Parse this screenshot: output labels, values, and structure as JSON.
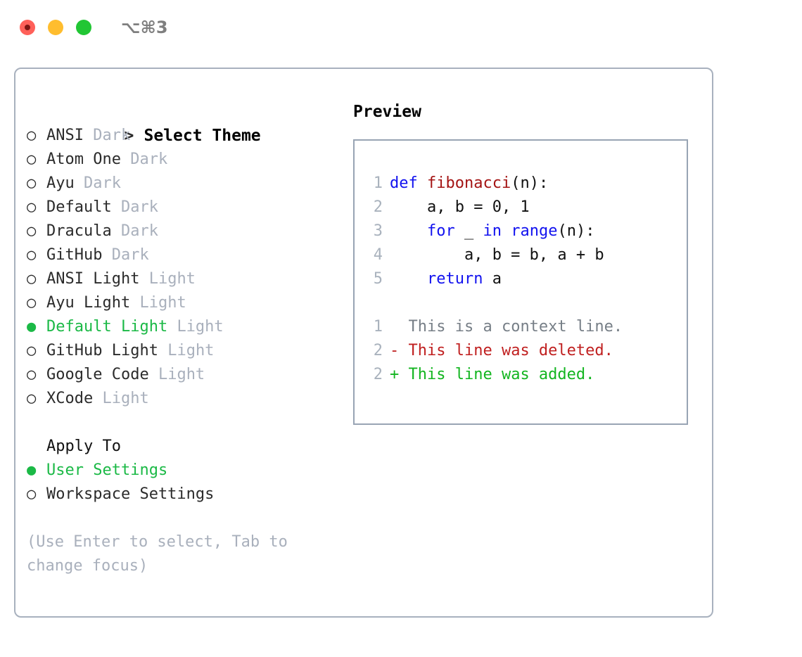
{
  "window": {
    "shortcut_label": "⌥⌘3",
    "traffic_lights": [
      {
        "name": "close",
        "color": "#ff6059"
      },
      {
        "name": "minimize",
        "color": "#ffbd2e"
      },
      {
        "name": "maximize",
        "color": "#21c634"
      }
    ]
  },
  "colors": {
    "panel_border": "#a8b1be",
    "preview_border": "#98a4b4",
    "selected_green": "#1bb946",
    "muted_gray": "#a9b0bc",
    "keyword_blue": "#1212ef",
    "function_red": "#a41414",
    "diff_add": "#13b520",
    "diff_del": "#c02020",
    "linenum_gray": "#a9b2bd"
  },
  "theme_picker": {
    "header_marker": ">",
    "header_label": "Select Theme",
    "items": [
      {
        "marker": "○",
        "name": "ANSI",
        "kind": "Dark",
        "selected": false
      },
      {
        "marker": "○",
        "name": "Atom One",
        "kind": "Dark",
        "selected": false
      },
      {
        "marker": "○",
        "name": "Ayu",
        "kind": "Dark",
        "selected": false
      },
      {
        "marker": "○",
        "name": "Default",
        "kind": "Dark",
        "selected": false
      },
      {
        "marker": "○",
        "name": "Dracula",
        "kind": "Dark",
        "selected": false
      },
      {
        "marker": "○",
        "name": "GitHub",
        "kind": "Dark",
        "selected": false
      },
      {
        "marker": "○",
        "name": "ANSI Light",
        "kind": "Light",
        "selected": false
      },
      {
        "marker": "○",
        "name": "Ayu Light",
        "kind": "Light",
        "selected": false
      },
      {
        "marker": "●",
        "name": "Default Light",
        "kind": "Light",
        "selected": true
      },
      {
        "marker": "○",
        "name": "GitHub Light",
        "kind": "Light",
        "selected": false
      },
      {
        "marker": "○",
        "name": "Google Code",
        "kind": "Light",
        "selected": false
      },
      {
        "marker": "○",
        "name": "XCode",
        "kind": "Light",
        "selected": false
      }
    ]
  },
  "apply_to": {
    "header_label": "Apply To",
    "items": [
      {
        "marker": "●",
        "name": "User Settings",
        "selected": true
      },
      {
        "marker": "○",
        "name": "Workspace Settings",
        "selected": false
      }
    ]
  },
  "hint": "(Use Enter to select, Tab to change focus)",
  "preview": {
    "title": "Preview",
    "code_lines": [
      {
        "lnum": "1",
        "tokens": [
          {
            "t": "def ",
            "c": "kw"
          },
          {
            "t": "fibonacci",
            "c": "fn"
          },
          {
            "t": "(n):",
            "c": "pl"
          }
        ]
      },
      {
        "lnum": "2",
        "tokens": [
          {
            "t": "    a, b = 0, 1",
            "c": "pl"
          }
        ]
      },
      {
        "lnum": "3",
        "tokens": [
          {
            "t": "    ",
            "c": "pl"
          },
          {
            "t": "for",
            "c": "kw"
          },
          {
            "t": " _ ",
            "c": "pl"
          },
          {
            "t": "in",
            "c": "kw"
          },
          {
            "t": " ",
            "c": "pl"
          },
          {
            "t": "range",
            "c": "kw"
          },
          {
            "t": "(n):",
            "c": "pl"
          }
        ]
      },
      {
        "lnum": "4",
        "tokens": [
          {
            "t": "        a, b = b, a + b",
            "c": "pl"
          }
        ]
      },
      {
        "lnum": "5",
        "tokens": [
          {
            "t": "    ",
            "c": "pl"
          },
          {
            "t": "return",
            "c": "kw"
          },
          {
            "t": " a",
            "c": "pl"
          }
        ]
      }
    ],
    "diff_lines": [
      {
        "lnum": "1",
        "sign": " ",
        "text": "This is a context line.",
        "c": "ctx"
      },
      {
        "lnum": "2",
        "sign": "-",
        "text": "This line was deleted.",
        "c": "del"
      },
      {
        "lnum": "2",
        "sign": "+",
        "text": "This line was added.",
        "c": "add"
      }
    ]
  }
}
